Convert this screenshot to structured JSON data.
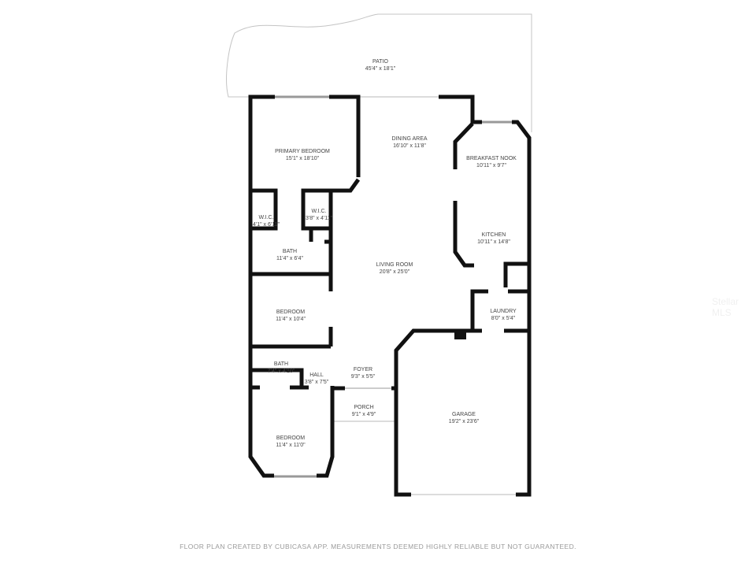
{
  "rooms": [
    {
      "name": "PATIO",
      "size": "45'4\" x 18'1\""
    },
    {
      "name": "DINING AREA",
      "size": "16'10\" x 11'8\""
    },
    {
      "name": "PRIMARY BEDROOM",
      "size": "15'1\" x 18'10\""
    },
    {
      "name": "BREAKFAST NOOK",
      "size": "10'11\" x 9'7\""
    },
    {
      "name": "W.I.C.",
      "size": "4'1\" x 6'11\""
    },
    {
      "name": "W.I.C.",
      "size": "3'8\" x 4'11\""
    },
    {
      "name": "KITCHEN",
      "size": "10'11\" x 14'8\""
    },
    {
      "name": "BATH",
      "size": "11'4\" x 6'4\""
    },
    {
      "name": "LIVING ROOM",
      "size": "20'8\" x 25'0\""
    },
    {
      "name": "BEDROOM",
      "size": "11'4\" x 10'4\""
    },
    {
      "name": "LAUNDRY",
      "size": "8'0\" x 5'4\""
    },
    {
      "name": "BATH",
      "size": "7'4\" x 4'10\""
    },
    {
      "name": "HALL",
      "size": "3'8\" x 7'5\""
    },
    {
      "name": "FOYER",
      "size": "9'3\" x 5'5\""
    },
    {
      "name": "PORCH",
      "size": "9'1\" x 4'9\""
    },
    {
      "name": "GARAGE",
      "size": "19'2\" x 23'6\""
    },
    {
      "name": "BEDROOM",
      "size": "11'4\" x 11'0\""
    }
  ],
  "footer": "FLOOR PLAN CREATED BY CUBICASA APP. MEASUREMENTS DEEMED HIGHLY RELIABLE BUT NOT GUARANTEED.",
  "watermark": "Stellar MLS",
  "colors": {
    "wall": "#111111",
    "outline": "#bbbbbb",
    "label": "#444444",
    "footer": "#9a9a9a"
  }
}
